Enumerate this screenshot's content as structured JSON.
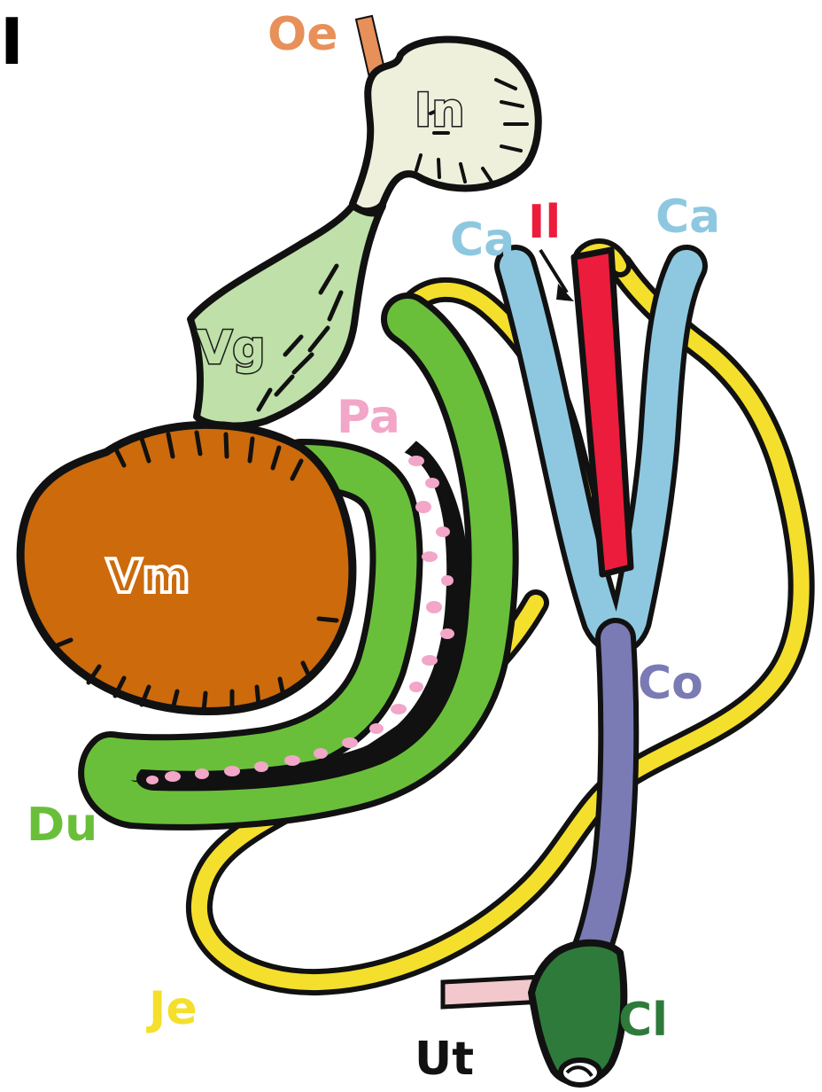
{
  "panel_letter": "I",
  "labels": {
    "oe": "Oe",
    "in": "In",
    "vg": "Vg",
    "vm": "Vm",
    "pa": "Pa",
    "du": "Du",
    "je": "Je",
    "ca_left": "Ca",
    "il": "Il",
    "ca_right": "Ca",
    "co": "Co",
    "cl": "Cl",
    "ut": "Ut"
  },
  "colors": {
    "oesophagus": "#e8905a",
    "ingluvies": "#eef0dc",
    "ventriculus_glandularis": "#bfe0a8",
    "ventriculus_muscularis": "#cc6a0c",
    "pancreas": "#f2a6c8",
    "duodenum": "#6abf3a",
    "jejunum": "#f4df2c",
    "caeca": "#8ec8e0",
    "ileum": "#ec1c3c",
    "colon": "#7a7ab4",
    "cloaca": "#2e7a3a",
    "uterus": "#f2c8cc",
    "outline": "#111111"
  }
}
